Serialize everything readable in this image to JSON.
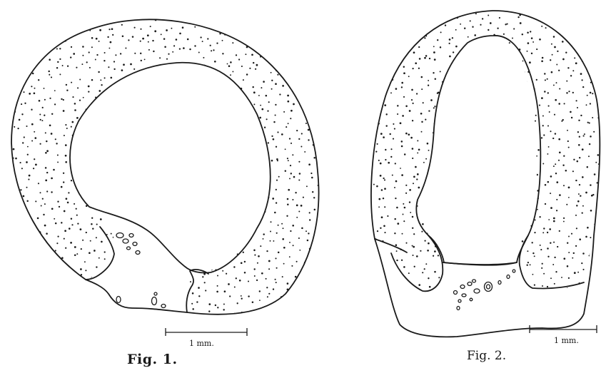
{
  "figure1": {
    "caption": "Fig. 1.",
    "scale_label": "1 mm."
  },
  "figure2": {
    "caption": "Fig. 2.",
    "scale_label": "1 mm."
  },
  "colors": {
    "ink": "#1a1a1a",
    "paper": "#ffffff"
  }
}
